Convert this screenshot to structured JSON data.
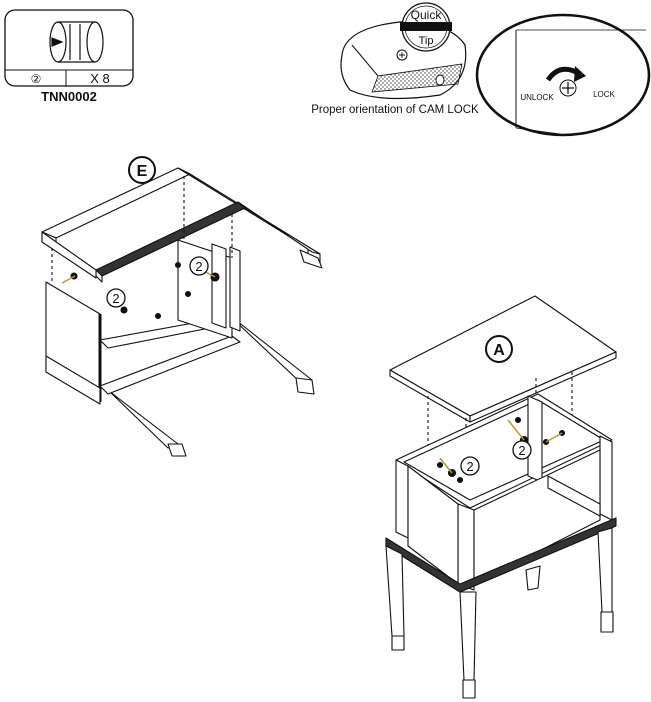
{
  "part_box": {
    "part_code": "TNN0002",
    "callout": "②",
    "quantity": "X 8"
  },
  "quick_tip": {
    "badge_top": "Quick",
    "badge_bottom": "Tip",
    "caption": "Proper orientation of CAM LOCK"
  },
  "cam_detail": {
    "unlock_label": "UNLOCK",
    "lock_label": "LOCK"
  },
  "assembly": {
    "frame_letter": "E",
    "top_letter": "A",
    "part_number": "2"
  }
}
